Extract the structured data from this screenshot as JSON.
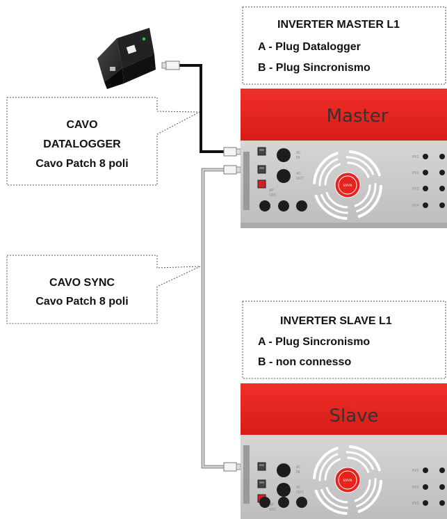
{
  "callouts": {
    "master_info": {
      "title": "INVERTER MASTER L1",
      "line_a": "A - Plug Datalogger",
      "line_b": "B - Plug Sincronismo"
    },
    "slave_info": {
      "title": "INVERTER SLAVE L1",
      "line_a": "A - Plug Sincronismo",
      "line_b": "B - non connesso"
    },
    "cable_datalogger": {
      "line1": "CAVO",
      "line2": "DATALOGGER",
      "line3": "Cavo Patch 8 poli"
    },
    "cable_sync": {
      "line1": "CAVO SYNC",
      "line2": "Cavo Patch 8 poli"
    }
  },
  "inverters": {
    "master": {
      "label": "Master"
    },
    "slave": {
      "label": "Slave"
    }
  },
  "panel": {
    "ac_in": "AC IN",
    "ac_out": "AC OUT",
    "ac_in_top": "AC",
    "ac_in_bottom": "IN",
    "ac_out_top": "AC",
    "ac_out_bottom": "OUT",
    "ap_top": "AP",
    "ap_bottom": "VDC",
    "pv1": "PV1",
    "pv2": "PV2",
    "pv3": "PV3",
    "pv4": "PV4",
    "brand": "SOFAR"
  },
  "colors": {
    "red_header": "#e8231f",
    "panel_gray": "#c9c9c9",
    "cable_black": "#111111",
    "cable_gray": "#b9b9b9"
  }
}
